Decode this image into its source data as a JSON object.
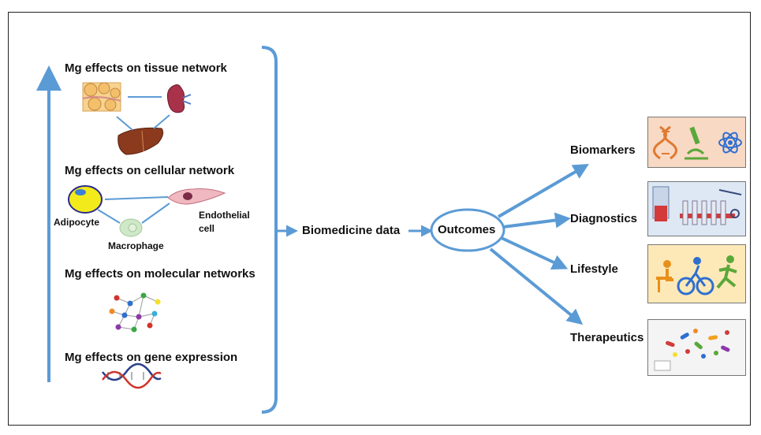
{
  "sections": [
    {
      "title": "Mg effects on tissue network"
    },
    {
      "title": "Mg effects on cellular network"
    },
    {
      "title": "Mg effects on molecular networks"
    },
    {
      "title": "Mg effects on gene expression"
    }
  ],
  "cells": {
    "adipocyte": "Adipocyte",
    "macrophage": "Macrophage",
    "endothelial_line1": "Endothelial",
    "endothelial_line2": "cell"
  },
  "center": {
    "data_label": "Biomedicine data",
    "outcomes_label": "Outcomes"
  },
  "outcomes": [
    {
      "label": "Biomarkers",
      "icon": "dna-microscope-atom-icon",
      "card_color": "#f8d9c4"
    },
    {
      "label": "Diagnostics",
      "icon": "lab-tubes-icon",
      "card_color": "#dde8f4"
    },
    {
      "label": "Lifestyle",
      "icon": "desk-cycling-running-icon",
      "card_color": "#fde9b8"
    },
    {
      "label": "Therapeutics",
      "icon": "pills-icon",
      "card_color": "#f4f4f4"
    }
  ],
  "colors": {
    "arrow": "#5b9bd5",
    "border": "#222222"
  }
}
